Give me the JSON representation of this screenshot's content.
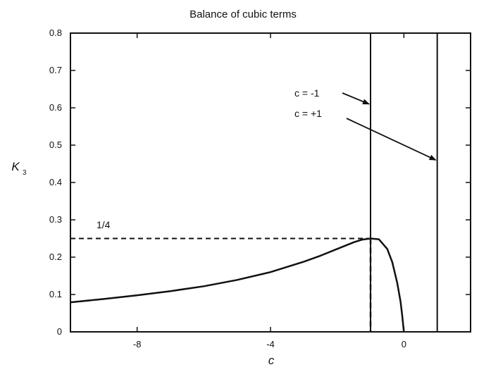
{
  "chart_data": {
    "type": "line",
    "title": "Balance of cubic terms",
    "xlabel": "c",
    "ylabel": "K",
    "ylabel_subscript": "3",
    "xlim": [
      -10,
      2
    ],
    "ylim": [
      0,
      0.8
    ],
    "x_ticks": [
      -8,
      -4,
      0
    ],
    "x_tick_labels": [
      "-8",
      "-4",
      "0"
    ],
    "y_ticks": [
      0,
      0.1,
      0.2,
      0.3,
      0.4,
      0.5,
      0.6,
      0.7,
      0.8
    ],
    "y_tick_labels": [
      "0",
      "0.1",
      "0.2",
      "0.3",
      "0.4",
      "0.5",
      "0.6",
      "0.7",
      "0.8"
    ],
    "grid": false,
    "series": [
      {
        "x": [
          -10,
          -9,
          -8,
          -7,
          -6,
          -5,
          -4,
          -3,
          -2.5,
          -2,
          -1.5,
          -1.25,
          -1,
          -0.75,
          -0.5,
          -0.35,
          -0.2,
          -0.1,
          -0.05,
          0
        ],
        "y": [
          0.079,
          0.088,
          0.098,
          0.109,
          0.122,
          0.139,
          0.16,
          0.188,
          0.204,
          0.222,
          0.24,
          0.247,
          0.25,
          0.248,
          0.222,
          0.187,
          0.131,
          0.081,
          0.043,
          0
        ]
      }
    ],
    "vertical_lines": [
      {
        "x": -1,
        "label": "c = -1"
      },
      {
        "x": 1,
        "label": "c = +1"
      }
    ],
    "reference": {
      "x": -1,
      "y": 0.25,
      "label": "1/4"
    }
  }
}
